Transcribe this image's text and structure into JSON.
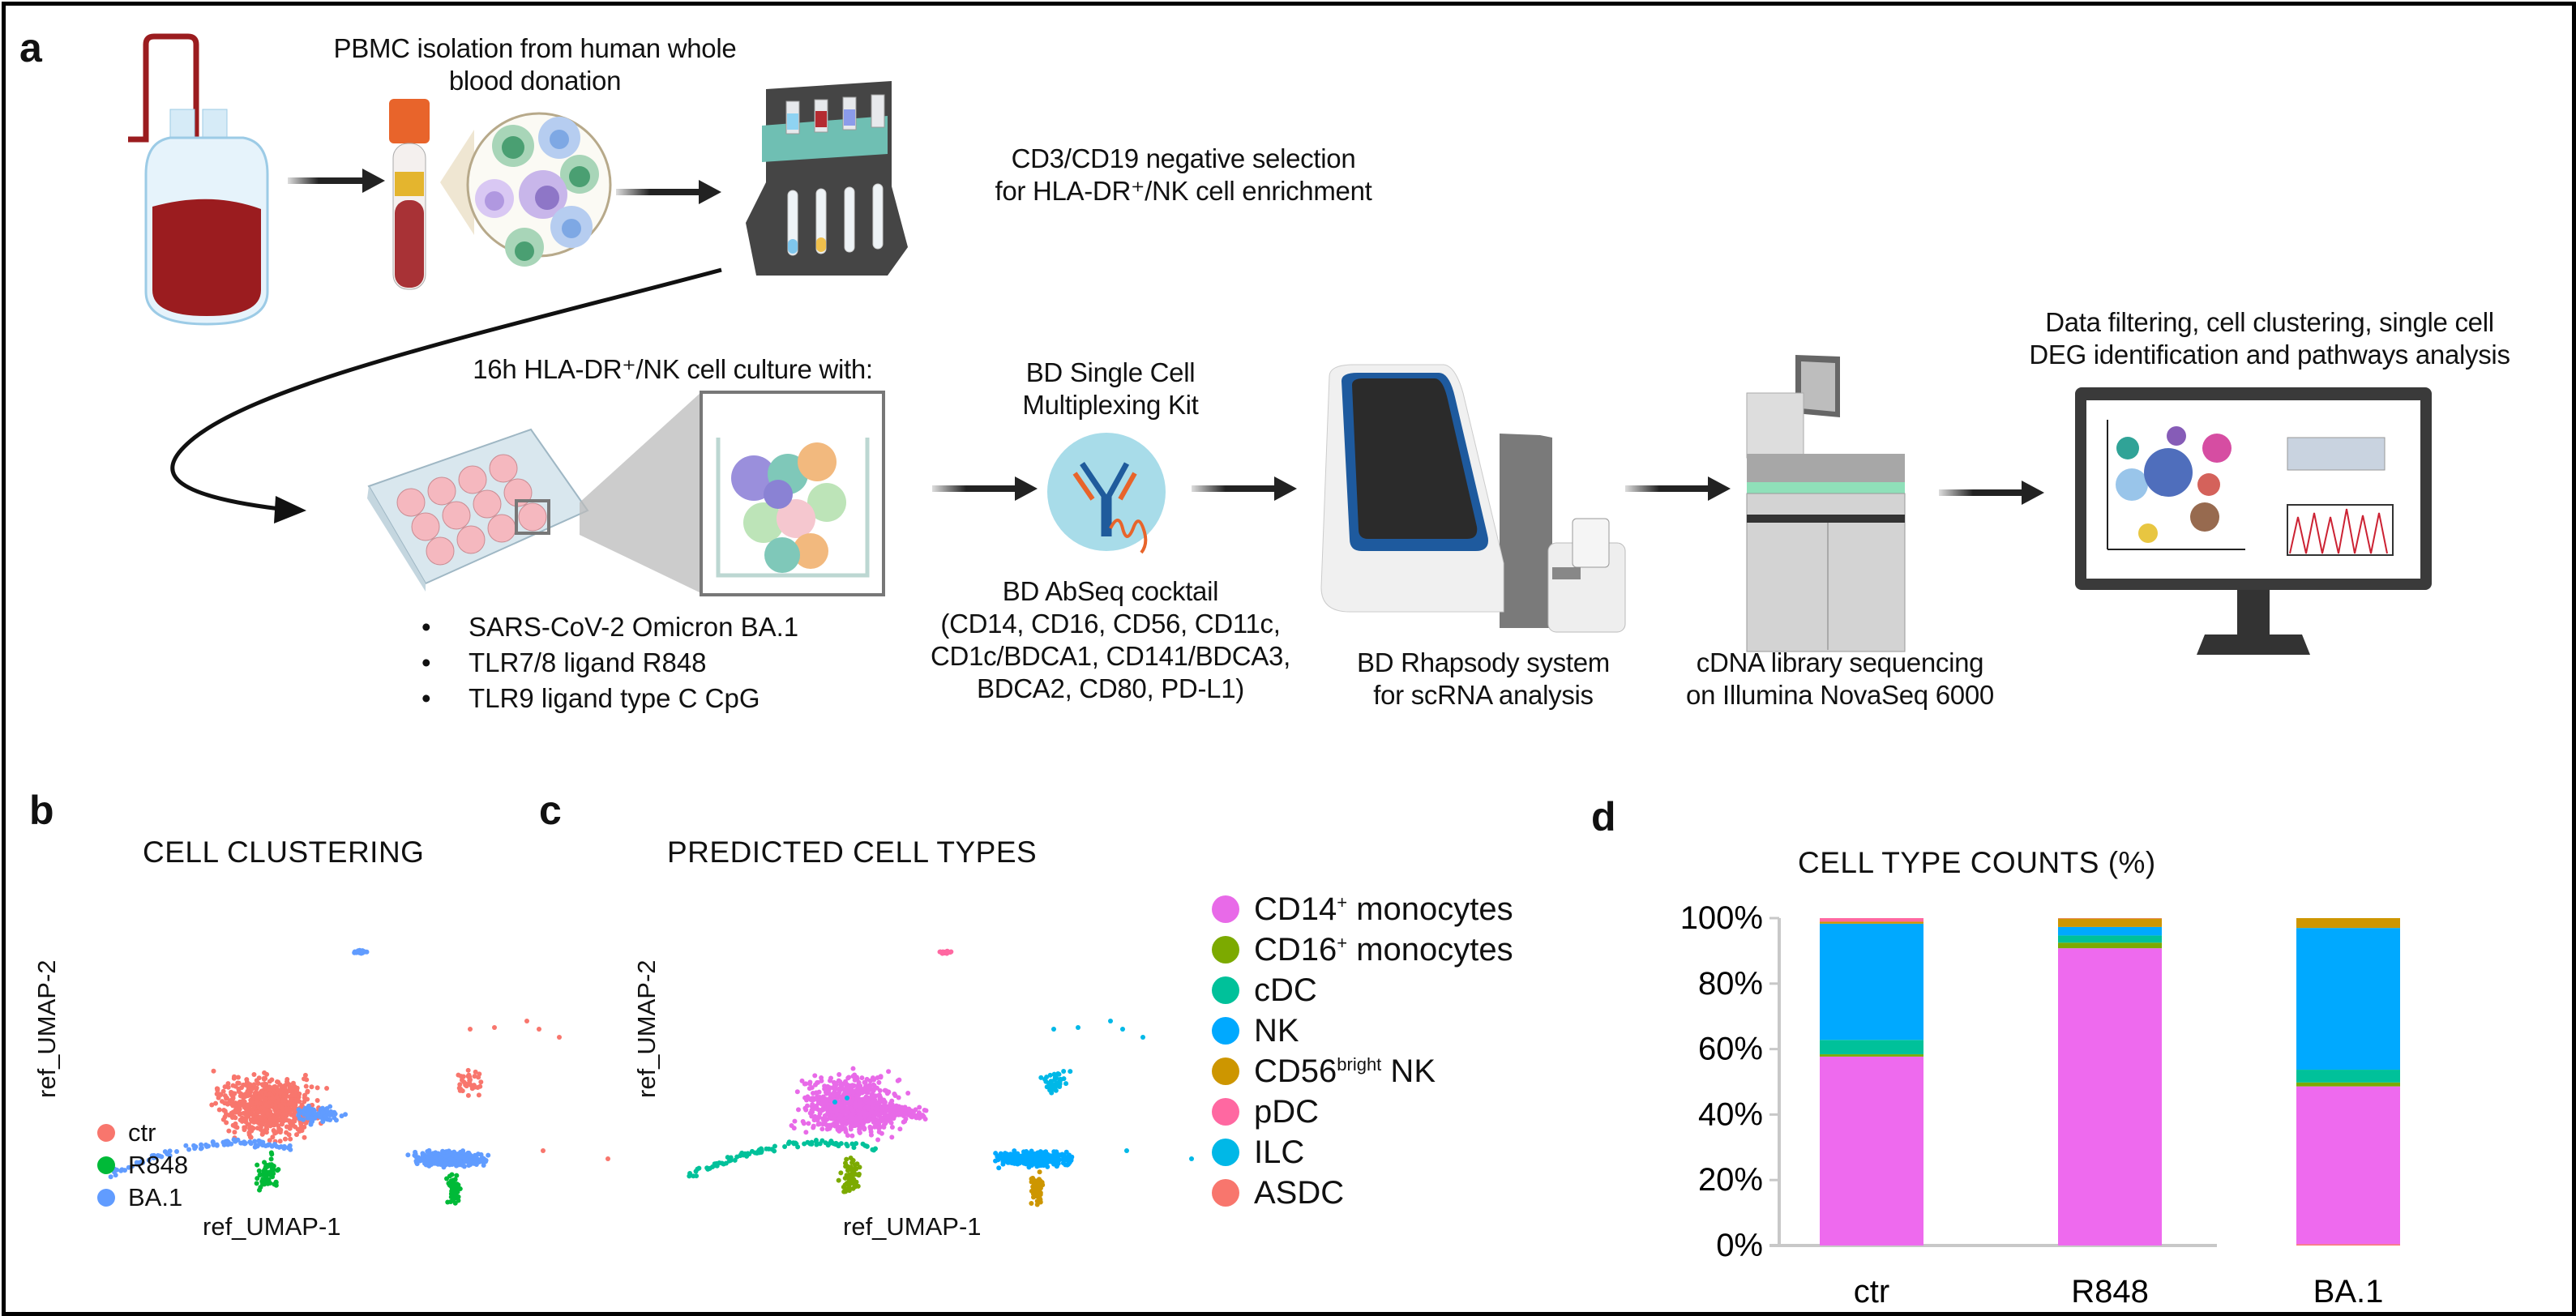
{
  "panels": {
    "a": {
      "label": "a",
      "captions": {
        "pbmc": [
          "PBMC isolation from human whole",
          "blood donation"
        ],
        "selection": [
          "CD3/CD19 negative selection",
          "for HLA-DR⁺/NK cell enrichment"
        ],
        "culture": "16h HLA-DR⁺/NK cell culture with:",
        "stimuli": [
          "SARS-CoV-2 Omicron BA.1",
          "TLR7/8 ligand R848",
          "TLR9 ligand type C CpG"
        ],
        "multiplexing": [
          "BD Single Cell",
          "Multiplexing Kit"
        ],
        "abseq": [
          "BD AbSeq cocktail",
          "(CD14, CD16, CD56, CD11c,",
          "CD1c/BDCA1, CD141/BDCA3,",
          "BDCA2, CD80, PD-L1)"
        ],
        "rhapsody": [
          "BD Rhapsody system",
          "for scRNA analysis"
        ],
        "sequencing": [
          "cDNA library sequencing",
          "on Illumina NovaSeq 6000"
        ],
        "analysis": [
          "Data filtering, cell clustering, single cell",
          "DEG identification and pathways analysis"
        ]
      },
      "icons": [
        "blood-bag-icon",
        "blood-tube-icon",
        "pbmc-magnifier-icon",
        "magnetic-rack-icon",
        "well-plate-icon",
        "cell-culture-zoom-icon",
        "antibody-icon",
        "rhapsody-instrument-icon",
        "novaseq-sequencer-icon",
        "analysis-monitor-icon"
      ]
    },
    "b": {
      "label": "b",
      "title": "CELL CLUSTERING",
      "xlabel": "ref_UMAP-1",
      "ylabel": "ref_UMAP-2",
      "legend": [
        {
          "name": "ctr",
          "color": "#f8766d"
        },
        {
          "name": "R848",
          "color": "#00ba38"
        },
        {
          "name": "BA.1",
          "color": "#619cff"
        }
      ]
    },
    "c": {
      "label": "c",
      "title": "PREDICTED CELL TYPES",
      "xlabel": "ref_UMAP-1",
      "ylabel": "ref_UMAP-2",
      "legend": [
        {
          "name": "CD14",
          "sup": "+",
          "suffix": " monocytes",
          "color": "#e86ae8"
        },
        {
          "name": "CD16",
          "sup": "+",
          "suffix": " monocytes",
          "color": "#7caa00"
        },
        {
          "name": "cDC",
          "sup": "",
          "suffix": "",
          "color": "#00c19a"
        },
        {
          "name": "NK",
          "sup": "",
          "suffix": "",
          "color": "#00a9ff"
        },
        {
          "name": "CD56",
          "sup": "bright",
          "suffix": " NK",
          "color": "#cd9600"
        },
        {
          "name": "pDC",
          "sup": "",
          "suffix": "",
          "color": "#ff68a1"
        },
        {
          "name": "ILC",
          "sup": "",
          "suffix": "",
          "color": "#00b8e7"
        },
        {
          "name": "ASDC",
          "sup": "",
          "suffix": "",
          "color": "#f8766d"
        }
      ]
    },
    "d": {
      "label": "d"
    }
  },
  "chart_data": [
    {
      "type": "bar",
      "stacked": true,
      "title": "CELL TYPE COUNTS (%)",
      "xlabel": "",
      "ylabel": "",
      "categories": [
        "ctr",
        "R848",
        "BA.1"
      ],
      "ylim": [
        0,
        100
      ],
      "yticks": [
        "0%",
        "20%",
        "40%",
        "60%",
        "80%",
        "100%"
      ],
      "grid": false,
      "series": [
        {
          "name": "ASDC",
          "color": "#f8766d",
          "values": [
            0.0,
            0.0,
            0.4
          ]
        },
        {
          "name": "CD14+ monocytes",
          "color": "#ee6aee",
          "values": [
            57.7,
            90.8,
            48.2
          ]
        },
        {
          "name": "CD16+ monocytes",
          "color": "#7caa00",
          "values": [
            0.7,
            1.7,
            1.2
          ]
        },
        {
          "name": "cDC",
          "color": "#00c19a",
          "values": [
            4.4,
            2.2,
            3.9
          ]
        },
        {
          "name": "NK",
          "color": "#00a9ff",
          "values": [
            35.5,
            2.6,
            43.2
          ]
        },
        {
          "name": "ILC",
          "color": "#00b8e7",
          "values": [
            0.0,
            0.0,
            0.1
          ]
        },
        {
          "name": "CD56bright NK",
          "color": "#cd9600",
          "values": [
            0.6,
            2.6,
            3.0
          ]
        },
        {
          "name": "pDC",
          "color": "#ff68a1",
          "values": [
            1.1,
            0.1,
            0.0
          ]
        }
      ]
    },
    {
      "type": "scatter",
      "title": "CELL CLUSTERING",
      "xlabel": "ref_UMAP-1",
      "ylabel": "ref_UMAP-2",
      "series_names": [
        "ctr",
        "R848",
        "BA.1"
      ]
    },
    {
      "type": "scatter",
      "title": "PREDICTED CELL TYPES",
      "xlabel": "ref_UMAP-1",
      "ylabel": "ref_UMAP-2",
      "series_names": [
        "CD14+ monocytes",
        "CD16+ monocytes",
        "cDC",
        "NK",
        "CD56bright NK",
        "pDC",
        "ILC",
        "ASDC"
      ]
    }
  ]
}
